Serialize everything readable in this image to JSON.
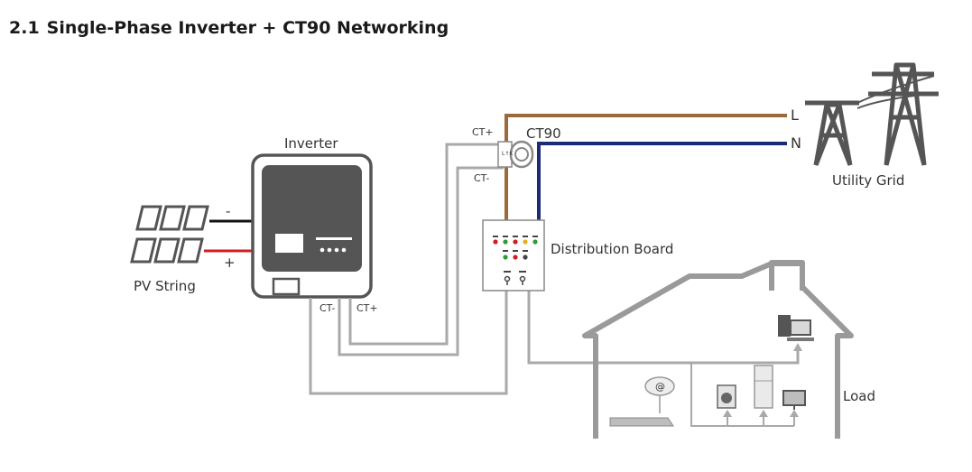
{
  "section": {
    "number": "2.1",
    "title": "Single-Phase Inverter + CT90 Networking"
  },
  "labels": {
    "inverter": "Inverter",
    "pv_string": "PV String",
    "pv_minus": "-",
    "pv_plus": "+",
    "ct_plus_top": "CT+",
    "ct_minus_top": "CT-",
    "ct90": "CT90",
    "ct90_mark": "L↑K",
    "line_l": "L",
    "line_n": "N",
    "utility_grid": "Utility Grid",
    "distribution_board": "Distribution Board",
    "inverter_ct_minus": "CT-",
    "inverter_ct_plus": "CT+",
    "load": "Load",
    "router_symbol": "@"
  },
  "colors": {
    "live_wire": "#9a6a3a",
    "neutral_wire": "#1c2a7a",
    "pv_positive": "#cc2020",
    "pv_negative": "#111111",
    "ct_cable": "#a9a9a9",
    "house_outline": "#9a9a9a",
    "inverter_body": "#555555"
  }
}
